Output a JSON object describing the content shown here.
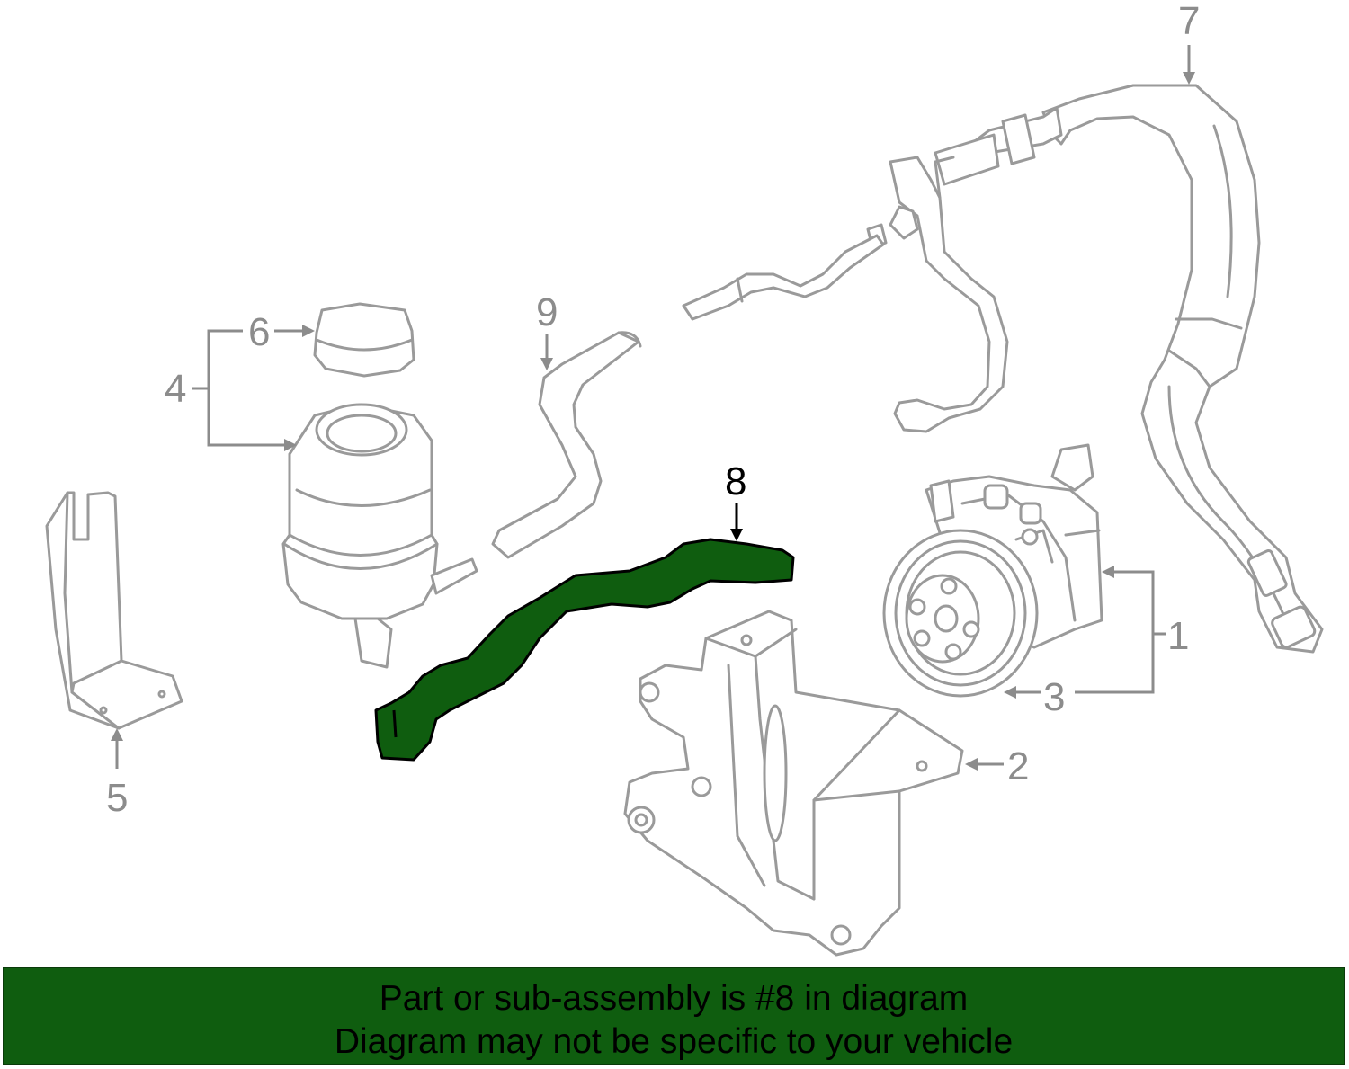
{
  "colors": {
    "highlight": "#0f5d0f",
    "banner": "#0f5d0f",
    "part_stroke": "#9a9a9a",
    "label": "#8c8c8c",
    "highlight_label": "#000000"
  },
  "callouts": {
    "n1": "1",
    "n2": "2",
    "n3": "3",
    "n4": "4",
    "n5": "5",
    "n6": "6",
    "n7": "7",
    "n8": "8",
    "n9": "9"
  },
  "banner": {
    "line1": "Part or sub-assembly is #8 in diagram",
    "line2": "Diagram may not be specific to your vehicle"
  }
}
